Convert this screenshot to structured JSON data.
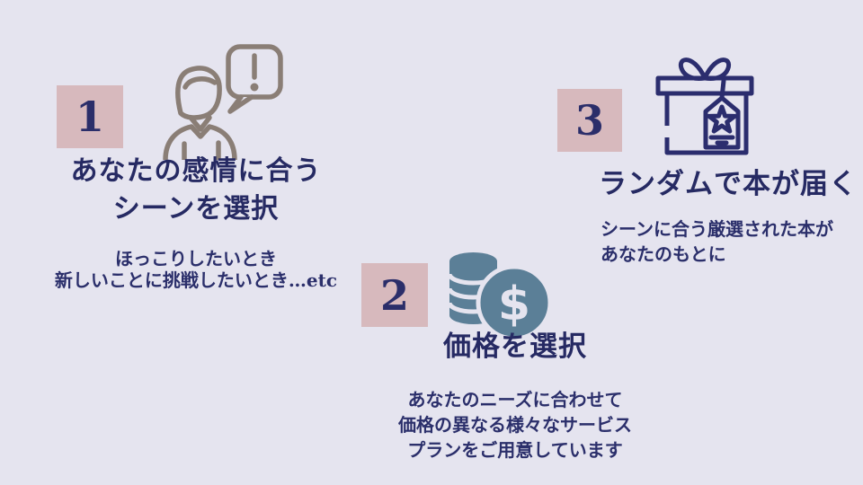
{
  "slide": {
    "description": "three-step process infographic"
  },
  "colors": {
    "background": "#e5e4ef",
    "badge_pink": "#d7b9bd",
    "text_navy": "#262a63",
    "icon_taupe": "#8a7e76",
    "icon_steel_blue": "#5b7f97",
    "icon_navy": "#2b2d6e"
  },
  "steps": [
    {
      "number": "1",
      "icon": "person-speech-bubble-icon",
      "title_line1": "あなたの感情に合う",
      "title_line2": "シーンを選択",
      "desc_line1": "ほっこりしたいとき",
      "desc_line2": "新しいことに挑戦したいとき…etc"
    },
    {
      "number": "2",
      "icon": "coins-money-icon",
      "title_line1": "価格を選択",
      "desc_line1": "あなたのニーズに合わせて",
      "desc_line2": "価格の異なる様々なサービス",
      "desc_line3": "プランをご用意しています"
    },
    {
      "number": "3",
      "icon": "gift-box-icon",
      "title_line1": "ランダムで本が届く",
      "desc_line1": "シーンに合う厳選された本が",
      "desc_line2": "あなたのもとに"
    }
  ]
}
